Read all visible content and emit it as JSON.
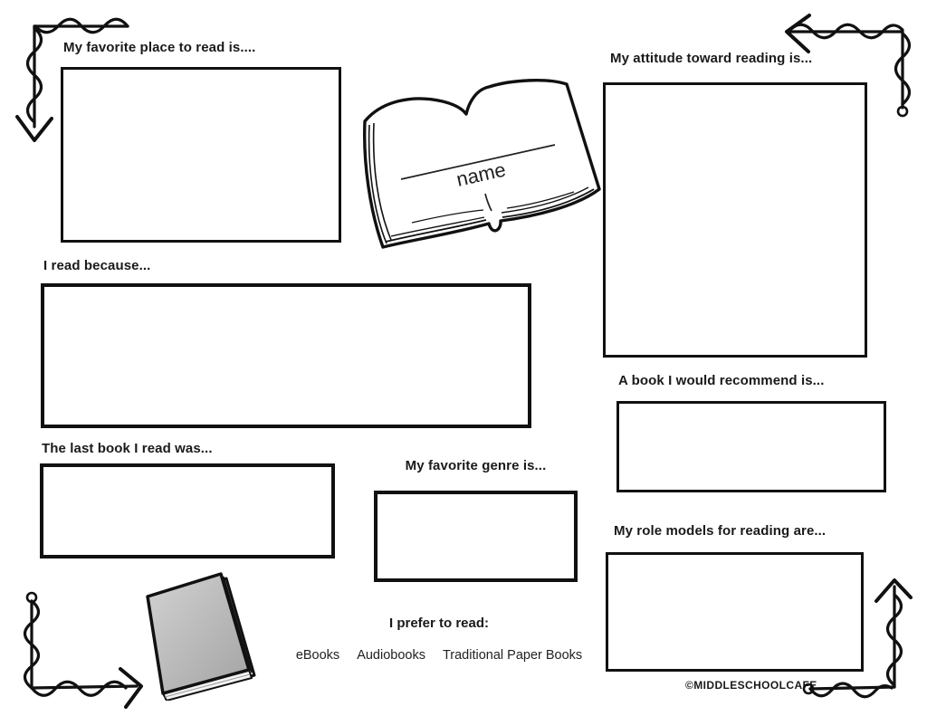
{
  "page": {
    "background": "#ffffff",
    "ink": "#111111"
  },
  "center_book": {
    "name_label": "name"
  },
  "sections": [
    {
      "id": "favorite-place",
      "label": "My favorite place to read is....",
      "value": ""
    },
    {
      "id": "attitude",
      "label": "My attitude toward reading is...",
      "value": ""
    },
    {
      "id": "read-because",
      "label": "I read because...",
      "value": ""
    },
    {
      "id": "last-book",
      "label": "The last book I read was...",
      "value": ""
    },
    {
      "id": "favorite-genre",
      "label": "My favorite genre is...",
      "value": ""
    },
    {
      "id": "recommend",
      "label": "A book I would recommend is...",
      "value": ""
    },
    {
      "id": "role-models",
      "label": "My role models for reading are...",
      "value": ""
    }
  ],
  "prefer": {
    "label": "I prefer to read:",
    "options": [
      "eBooks",
      "Audiobooks",
      "Traditional Paper Books"
    ]
  },
  "footer": {
    "copyright": "©MIDDLESCHOOLCAFE"
  },
  "icons": {
    "center": "open-book-icon",
    "bottom_left": "closed-book-icon",
    "corners": [
      "corner-arrow-top-left-icon",
      "corner-arrow-top-right-icon",
      "corner-arrow-bottom-left-icon",
      "corner-arrow-bottom-right-icon"
    ]
  },
  "colors": {
    "book_cover_gray": "#b5b5b5",
    "page_edge": "#f2f2f2"
  }
}
